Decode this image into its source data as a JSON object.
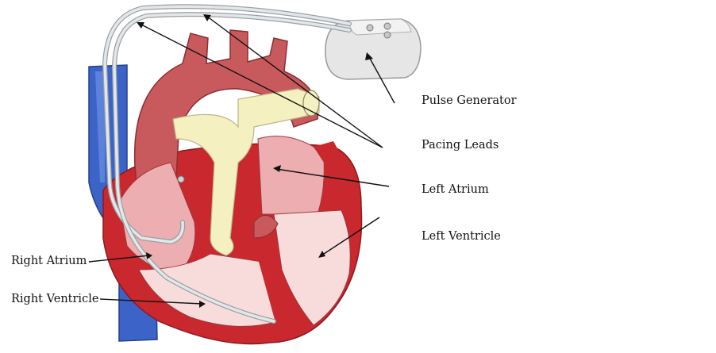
{
  "labels": {
    "pulse_generator": "Pulse Generator",
    "pacing_leads": "Pacing Leads",
    "left_atrium": "Left Atrium",
    "left_ventricle": "Left Ventricle",
    "right_atrium": "Right Atrium",
    "right_ventricle": "Right Ventricle"
  },
  "colors": {
    "myocardium": "#c8282e",
    "aorta": "#c85a5e",
    "chamber_light": "#f8dcdc",
    "chamber_mid": "#ecaeb0",
    "vena_cava": "#3c64c8",
    "pulmonary_artery": "#f5f0c0",
    "lead": "#d6dadc",
    "generator": "#e6e6e6"
  }
}
